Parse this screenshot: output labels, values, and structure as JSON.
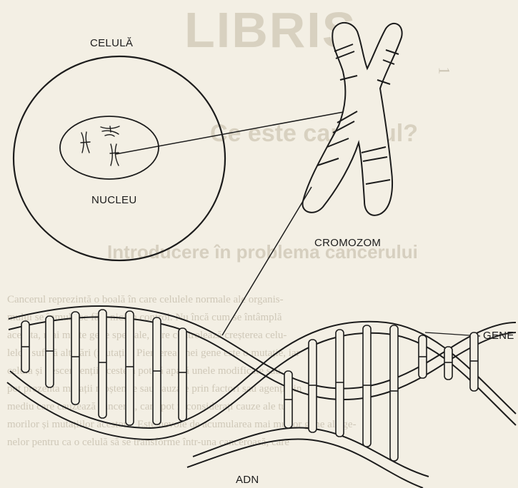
{
  "labels": {
    "cell": "CELULĂ",
    "nucleus": "NUCLEU",
    "chromosome": "CROMOZOM",
    "genes": "GENE",
    "dna": "ADN"
  },
  "background_page": {
    "watermark": "LIBRIS",
    "chapter_number": "1",
    "title": "Ce este cancerul?",
    "heading": "Introducere în problema cancerului",
    "lines": [
      "Cancerul reprezintă o boală în care celulele normale ale organis-",
      "mului se înmulțesc fără niciun control. Nu încă cum se întâmplă",
      "aceasta, mai multe gene speciale, care controlează creșterea celu-",
      "lelor, suferă alterări (mutații). Pierderea unei gene este o mutație, iar",
      "celula și descendenții acesteia pot să apară unele modificate sau",
      "pot prezenta mutații moștenite sau cauzate prin factori sau agenți din",
      "mediu care cauzează cancerul, care pot fi considerați cauze ale tu-",
      "morilor și mutațiilor acestora. Este nevoie de acumularea mai multor gene ale ge-",
      "nelor pentru ca o celulă să se transforme într-una canceroasă, care"
    ]
  },
  "colors": {
    "ink": "#1c1c1c",
    "paper": "#f3efe4",
    "faint_print": "#cfc8b8"
  }
}
